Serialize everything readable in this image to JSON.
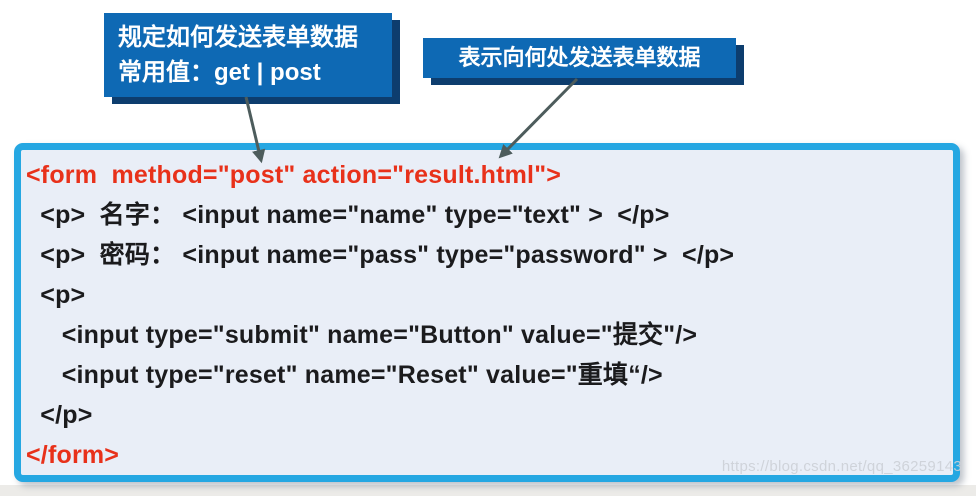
{
  "callouts": {
    "method": {
      "line1": "规定如何发送表单数据",
      "line2": "常用值：get  | post"
    },
    "action": {
      "text": "表示向何处发送表单数据"
    }
  },
  "code": {
    "lines": [
      {
        "text": "<form  method=\"post\" action=\"result.html\">",
        "color": "red"
      },
      {
        "text": "  <p>  名字： <input name=\"name\" type=\"text\" >  </p>",
        "color": "black"
      },
      {
        "text": "  <p>  密码： <input name=\"pass\" type=\"password\" >  </p>",
        "color": "black"
      },
      {
        "text": "  <p>",
        "color": "black"
      },
      {
        "text": "     <input type=\"submit\" name=\"Button\" value=\"提交\"/>",
        "color": "black"
      },
      {
        "text": "     <input type=\"reset\" name=\"Reset\" value=\"重填“/>",
        "color": "black"
      },
      {
        "text": "  </p>",
        "color": "black"
      },
      {
        "text": "</form>",
        "color": "red"
      }
    ]
  },
  "watermark": "https://blog.csdn.net/qq_36259143",
  "colors": {
    "callout_bg": "#0e69b4",
    "callout_shadow": "#0d3d6e",
    "panel_border": "#25a7e2",
    "panel_bg": "#e9eef7",
    "code_red": "#e8311a",
    "code_black": "#1b1b1d",
    "arrow": "#4d5c5c"
  }
}
